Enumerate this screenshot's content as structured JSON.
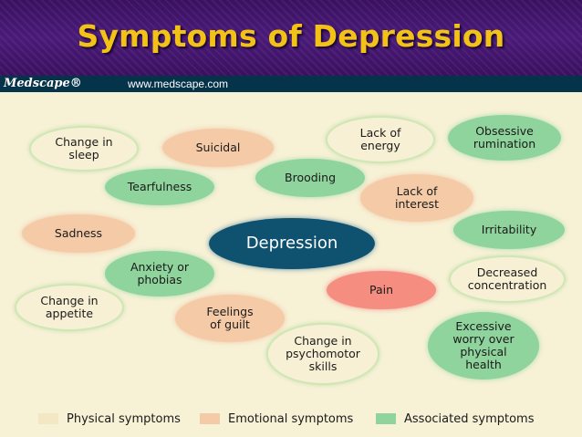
{
  "header": {
    "title": "Symptoms of Depression",
    "logo": "Medscape®",
    "url": "www.medscape.com"
  },
  "center": "Depression",
  "nodes": {
    "change_in_sleep": "Change in\nsleep",
    "suicidal": "Suicidal",
    "lack_of_energy": "Lack of\nenergy",
    "obsessive_rumination": "Obsessive\nrumination",
    "tearfulness": "Tearfulness",
    "brooding": "Brooding",
    "lack_of_interest": "Lack of\ninterest",
    "sadness": "Sadness",
    "irritability": "Irritability",
    "anxiety_or_phobias": "Anxiety or\nphobias",
    "decreased_concentration": "Decreased\nconcentration",
    "change_in_appetite": "Change in\nappetite",
    "pain": "Pain",
    "feelings_of_guilt": "Feelings\nof guilt",
    "excessive_worry": "Excessive\nworry over\nphysical\nhealth",
    "change_in_psychomotor_skills": "Change in\npsychomotor\nskills"
  },
  "legend": {
    "physical": "Physical symptoms",
    "emotional": "Emotional symptoms",
    "associated": "Associated symptoms"
  },
  "colors": {
    "banner": "#3a1060",
    "title": "#f3c216",
    "medscape_bar": "#05334a",
    "background": "#f7f1d6",
    "physical": "#f8f0d4",
    "emotional": "#f5cba7",
    "associated": "#8fd49c",
    "pain": "#f58e81",
    "center": "#0f5270"
  }
}
